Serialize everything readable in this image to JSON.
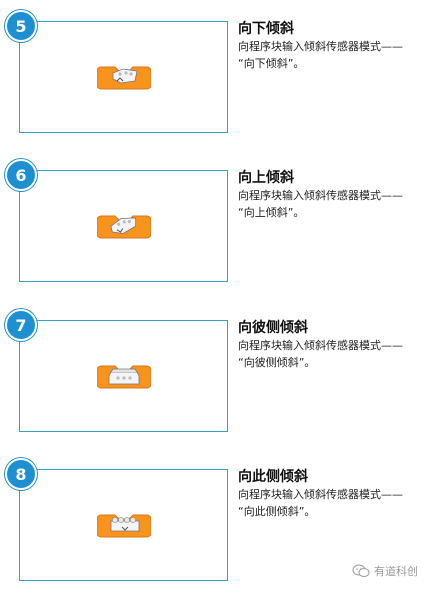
{
  "steps": [
    {
      "number": "5",
      "title": "向下倾斜",
      "desc_line1": "向程序块输入倾斜传感器模式——",
      "desc_line2": "“向下倾斜”。",
      "icon": "tilt-down-block-icon"
    },
    {
      "number": "6",
      "title": "向上倾斜",
      "desc_line1": "向程序块输入倾斜传感器模式——",
      "desc_line2": "“向上倾斜”。",
      "icon": "tilt-up-block-icon"
    },
    {
      "number": "7",
      "title": "向彼侧倾斜",
      "desc_line1": "向程序块输入倾斜传感器模式——",
      "desc_line2": "“向彼侧倾斜”。",
      "icon": "tilt-far-side-block-icon"
    },
    {
      "number": "8",
      "title": "向此侧倾斜",
      "desc_line1": "向程序块输入倾斜传感器模式——",
      "desc_line2": "“向此侧倾斜”。",
      "icon": "tilt-near-side-block-icon"
    }
  ],
  "watermark": "有道科创",
  "colors": {
    "badge": "#1e8fcf",
    "frame_border": "#2fa4c6",
    "block_orange": "#f7931e"
  }
}
